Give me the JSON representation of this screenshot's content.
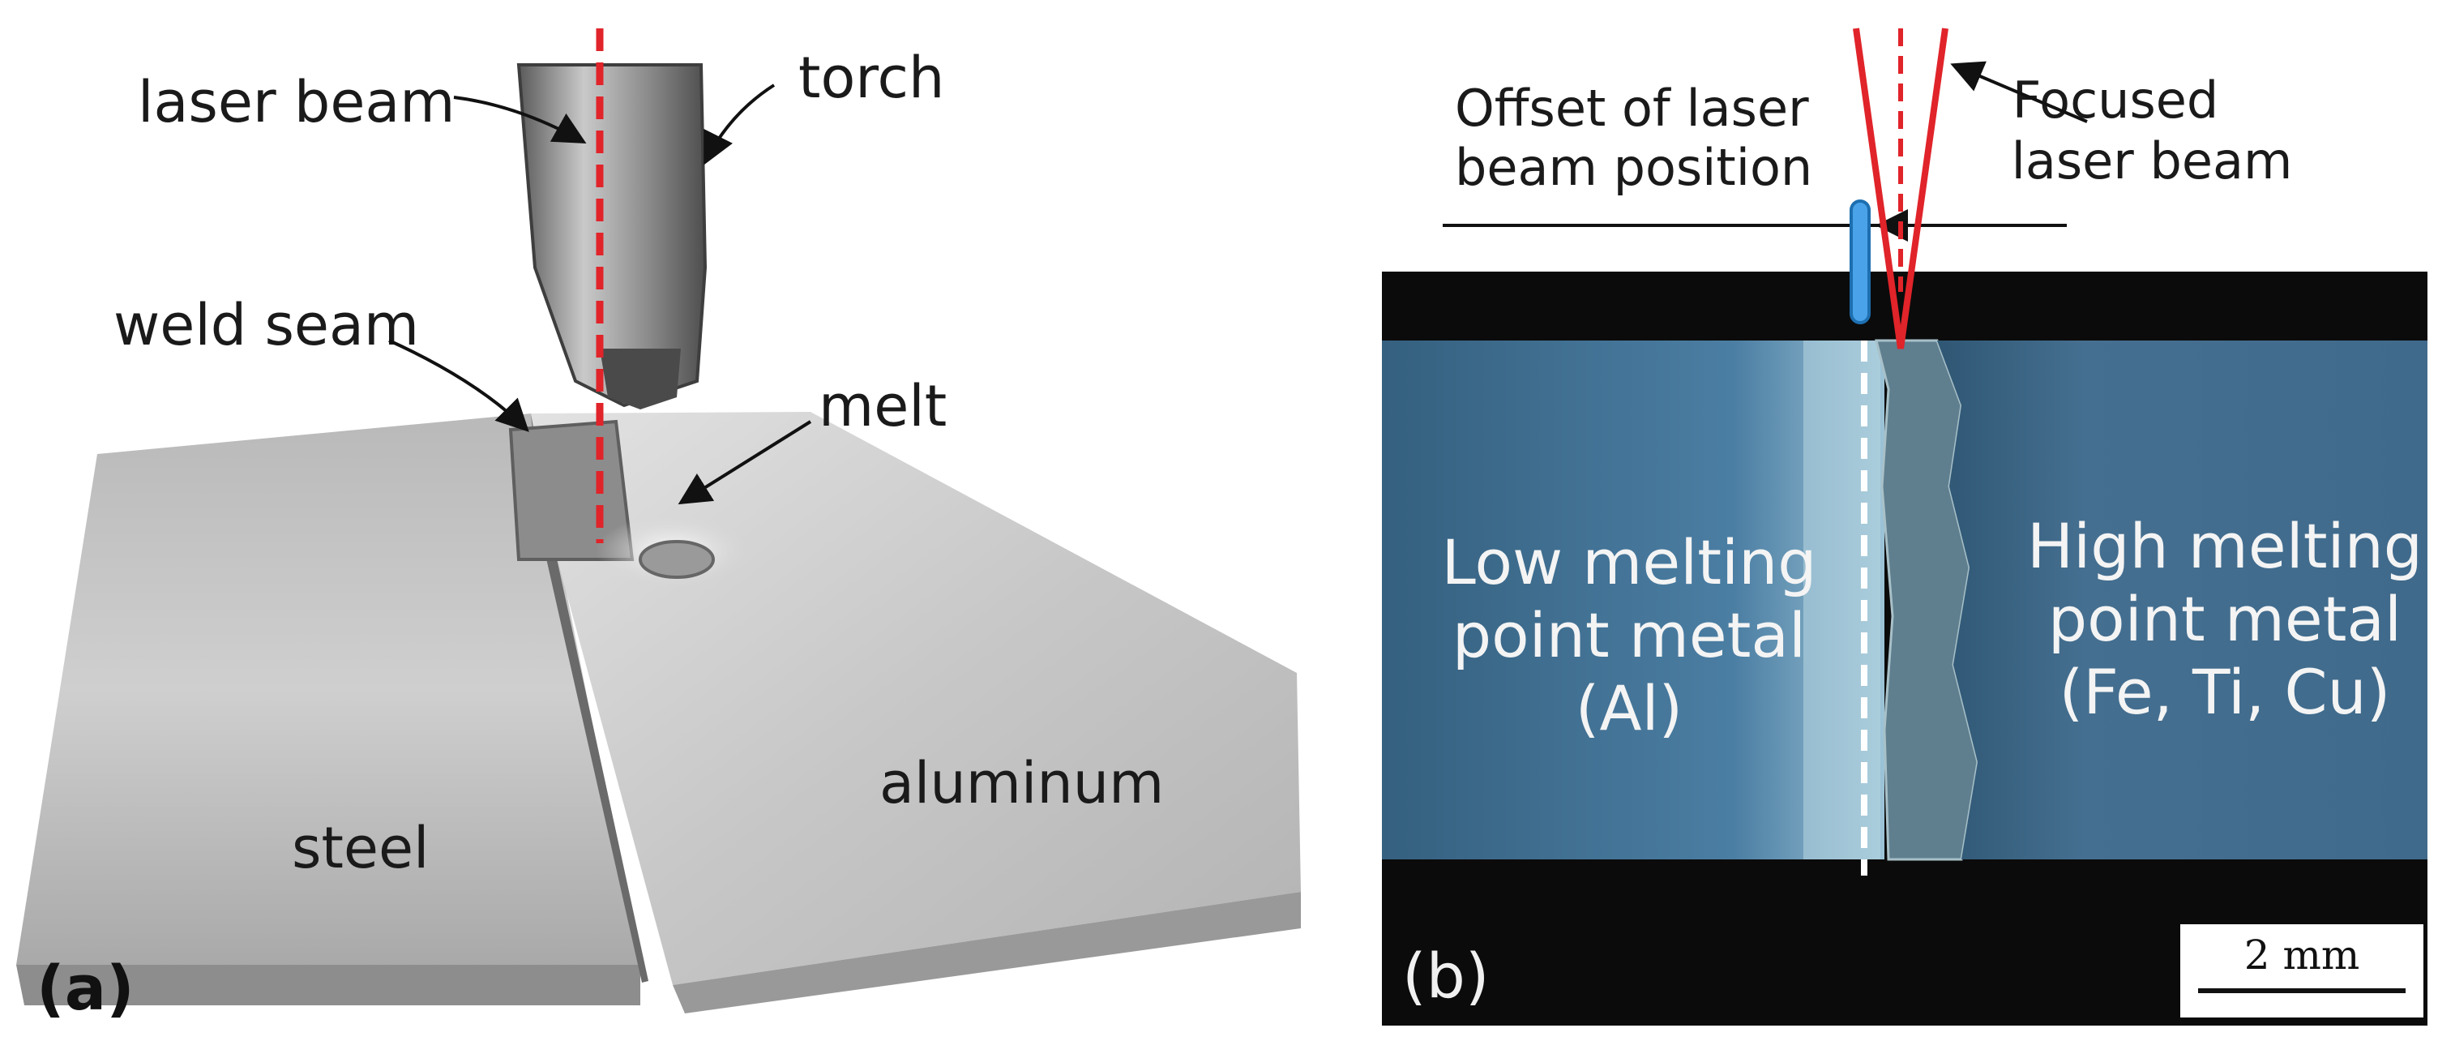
{
  "panel_a": {
    "tag": "(a)",
    "labels": {
      "laser_beam": "laser beam",
      "torch": "torch",
      "weld_seam": "weld seam",
      "melt": "melt",
      "steel": "steel",
      "aluminum": "aluminum"
    }
  },
  "panel_b": {
    "tag": "(b)",
    "offset_label": [
      "Offset of laser",
      "beam position"
    ],
    "focused_label": [
      "Focused",
      "laser beam"
    ],
    "low_metal": [
      "Low melting",
      "point metal",
      "(Al)"
    ],
    "high_metal": [
      "High melting",
      "point metal",
      "(Fe, Ti, Cu)"
    ],
    "scale_bar": "2 mm"
  },
  "colors": {
    "laser_red": "#e0242a",
    "offset_blue": "#4aa3e8",
    "metal_blue": "#3d6f96",
    "background_black": "#0b0b0b"
  }
}
